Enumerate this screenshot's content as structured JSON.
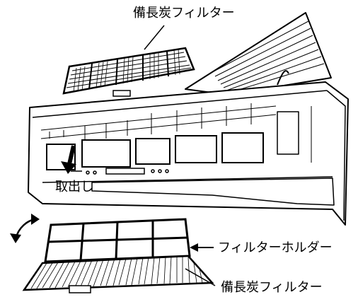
{
  "labels": {
    "top_filter": "備長炭フィルター",
    "remove": "取出し",
    "holder": "フィルターホルダー",
    "bottom_filter": "備長炭フィルター"
  },
  "colors": {
    "line": "#000000",
    "background": "#ffffff"
  },
  "icons": {
    "down_arrow": "down-arrow-icon",
    "rotate_arrow": "rotate-arrow-icon",
    "pointer_arrow": "left-arrow-icon"
  }
}
